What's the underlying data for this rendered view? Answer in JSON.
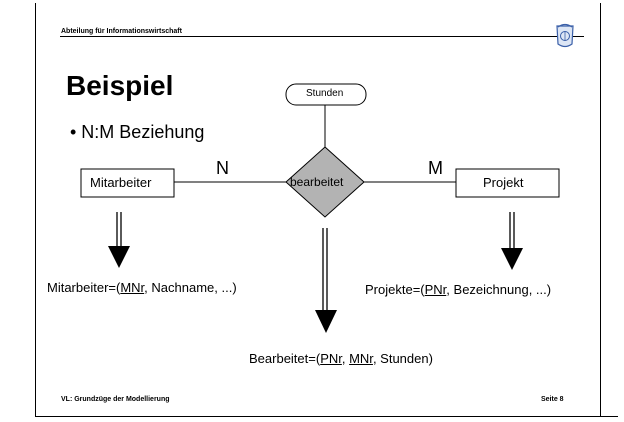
{
  "header": {
    "department": "Abteilung für Informationswirtschaft"
  },
  "slide": {
    "title": "Beispiel",
    "bullet": "• N:M Beziehung"
  },
  "diagram": {
    "entity_left": "Mitarbeiter",
    "entity_right": "Projekt",
    "relationship": "bearbeitet",
    "attribute": "Stunden",
    "cardinality_left": "N",
    "cardinality_right": "M"
  },
  "relations": {
    "mitarbeiter": {
      "prefix": "Mitarbeiter=(",
      "key": "MNr",
      "rest": ", Nachname, ...)"
    },
    "projekte": {
      "prefix": "Projekte=(",
      "key": "PNr",
      "rest": ", Bezeichnung, ...)"
    },
    "bearbeitet": {
      "prefix": "Bearbeitet=(",
      "key1": "PNr",
      "sep": ", ",
      "key2": "MNr",
      "rest": ", Stunden)"
    }
  },
  "footer": {
    "course": "VL: Grundzüge der Modellierung",
    "page": "Seite 8"
  },
  "colors": {
    "relationship_fill": "#b3b3b3",
    "logo": "#3a5fa8"
  }
}
